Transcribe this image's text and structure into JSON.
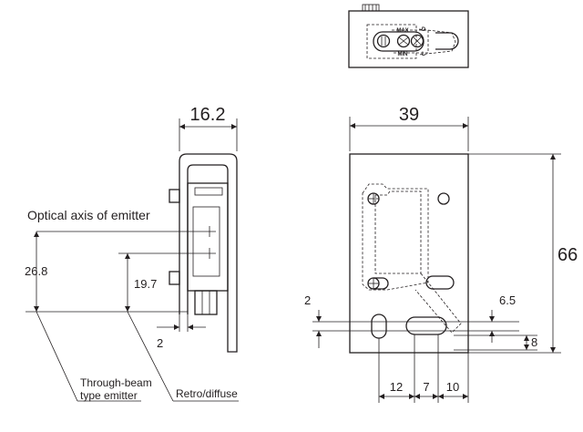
{
  "dimensions": {
    "side_width": "16.2",
    "front_width": "39",
    "front_height": "66",
    "axis_through_beam": "26.8",
    "axis_retro": "19.7",
    "side_offset": "2",
    "slot_height": "2",
    "slot_width": "6.5",
    "slot_spacing_v": "8",
    "hole_pitch_1": "12",
    "hole_pitch_2": "7",
    "hole_pitch_3": "10"
  },
  "labels": {
    "optical_axis": "Optical axis of emitter",
    "through_beam_1": "Through-beam",
    "through_beam_2": "type emitter",
    "retro_diffuse": "Retro/diffuse",
    "knob_max": "MAX",
    "knob_min": "MIN",
    "knob_d": "D",
    "knob_l": "L"
  }
}
